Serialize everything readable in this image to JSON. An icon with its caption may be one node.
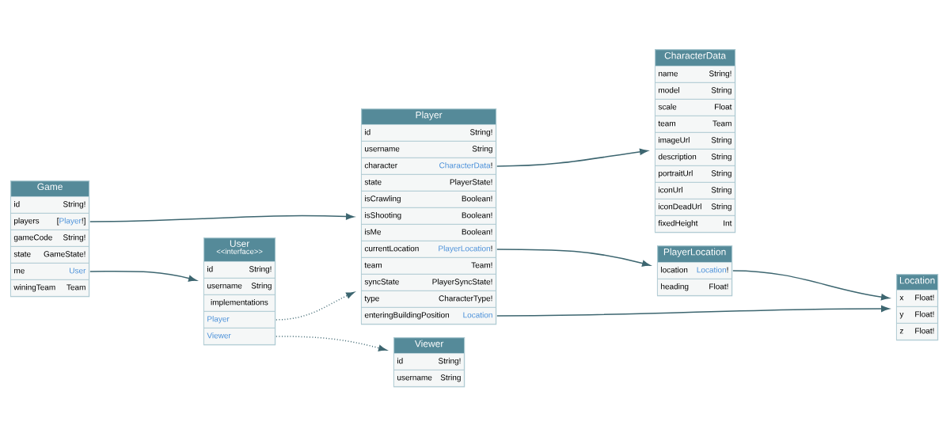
{
  "diagram": {
    "nodes": [
      {
        "text": [
          "Game"
        ]
      },
      {
        "text": [
          "id",
          "String!"
        ],
        "in": 0
      },
      {
        "text": [
          "players",
          "[",
          "Player",
          "!]"
        ],
        "in": 0
      },
      {
        "text": [
          "gameCode",
          "String!"
        ],
        "in": 0
      },
      {
        "text": [
          "state",
          "GameState!"
        ],
        "in": 0
      },
      {
        "text": [
          "me",
          "User"
        ],
        "in": 0
      },
      {
        "text": [
          "winingTeam",
          "Team"
        ],
        "in": 0
      },
      {
        "text": [
          "User",
          "<<interface>>"
        ]
      },
      {
        "text": [
          "id",
          "String!"
        ],
        "in": 7
      },
      {
        "text": [
          "username",
          "String"
        ],
        "in": 7
      },
      {
        "text": [
          "implementations"
        ],
        "in": 7
      },
      {
        "text": [
          "Player"
        ],
        "in": 7
      },
      {
        "text": [
          "Viewer"
        ],
        "in": 7
      },
      {
        "text": [
          "Player"
        ]
      },
      {
        "text": [
          "id",
          "String!"
        ],
        "in": 13
      },
      {
        "text": [
          "username",
          "String"
        ],
        "in": 13
      },
      {
        "text": [
          "character",
          "CharacterData",
          "!"
        ],
        "in": 13
      },
      {
        "text": [
          "state",
          "PlayerState!"
        ],
        "in": 13
      },
      {
        "text": [
          "isCrawling",
          "Boolean!"
        ],
        "in": 13
      },
      {
        "text": [
          "isShooting",
          "Boolean!"
        ],
        "in": 13
      },
      {
        "text": [
          "isMe",
          "Boolean!"
        ],
        "in": 13
      },
      {
        "text": [
          "currentLocation",
          "PlayerLocation",
          "!"
        ],
        "in": 13
      },
      {
        "text": [
          "team",
          "Team!"
        ],
        "in": 13
      },
      {
        "text": [
          "syncState",
          "PlayerSyncState!"
        ],
        "in": 13
      },
      {
        "text": [
          "type",
          "CharacterType!"
        ],
        "in": 13
      },
      {
        "text": [
          "enteringBuildingPosition",
          "Location"
        ],
        "in": 13
      },
      {
        "text": [
          "CharacterData"
        ]
      },
      {
        "text": [
          "name",
          "String!"
        ],
        "in": 26
      },
      {
        "text": [
          "model",
          "String"
        ],
        "in": 26
      },
      {
        "text": [
          "scale",
          "Float"
        ],
        "in": 26
      },
      {
        "text": [
          "team",
          "Team"
        ],
        "in": 26
      },
      {
        "text": [
          "imageUrl",
          "String"
        ],
        "in": 26
      },
      {
        "text": [
          "description",
          "String"
        ],
        "in": 26
      },
      {
        "text": [
          "portraitUrl",
          "String"
        ],
        "in": 26
      },
      {
        "text": [
          "iconUrl",
          "String"
        ],
        "in": 26
      },
      {
        "text": [
          "iconDeadUrl",
          "String"
        ],
        "in": 26
      },
      {
        "text": [
          "fixedHeight",
          "Int"
        ],
        "in": 26
      },
      {
        "text": [
          "PlayerLocation"
        ]
      },
      {
        "text": [
          "location",
          "Location",
          "!"
        ],
        "in": 37
      },
      {
        "text": [
          "heading",
          "Float!"
        ],
        "in": 37
      },
      {
        "text": [
          "Location"
        ]
      },
      {
        "text": [
          "x",
          "Float!"
        ],
        "in": 40
      },
      {
        "text": [
          "y",
          "Float!"
        ],
        "in": 40
      },
      {
        "text": [
          "z",
          "Float!"
        ],
        "in": 40
      },
      {
        "text": [
          "Viewer"
        ]
      },
      {
        "text": [
          "id",
          "String!"
        ],
        "in": 44
      },
      {
        "text": [
          "username",
          "String"
        ],
        "in": 44
      }
    ],
    "edges": [
      {
        "from": 2,
        "to": 13,
        "arrow": "to"
      },
      {
        "from": 5,
        "to": 7,
        "arrow": "to"
      },
      {
        "from": 16,
        "to": 26,
        "arrow": "to"
      },
      {
        "from": 21,
        "to": 37,
        "arrow": "to"
      },
      {
        "from": 25,
        "to": 40,
        "arrow": "to"
      },
      {
        "from": 38,
        "to": 40,
        "arrow": "to"
      },
      {
        "from": 11,
        "to": 13,
        "arrow": "to",
        "style": "dashed"
      },
      {
        "from": 12,
        "to": 44,
        "arrow": "to",
        "style": "dashed"
      }
    ]
  }
}
